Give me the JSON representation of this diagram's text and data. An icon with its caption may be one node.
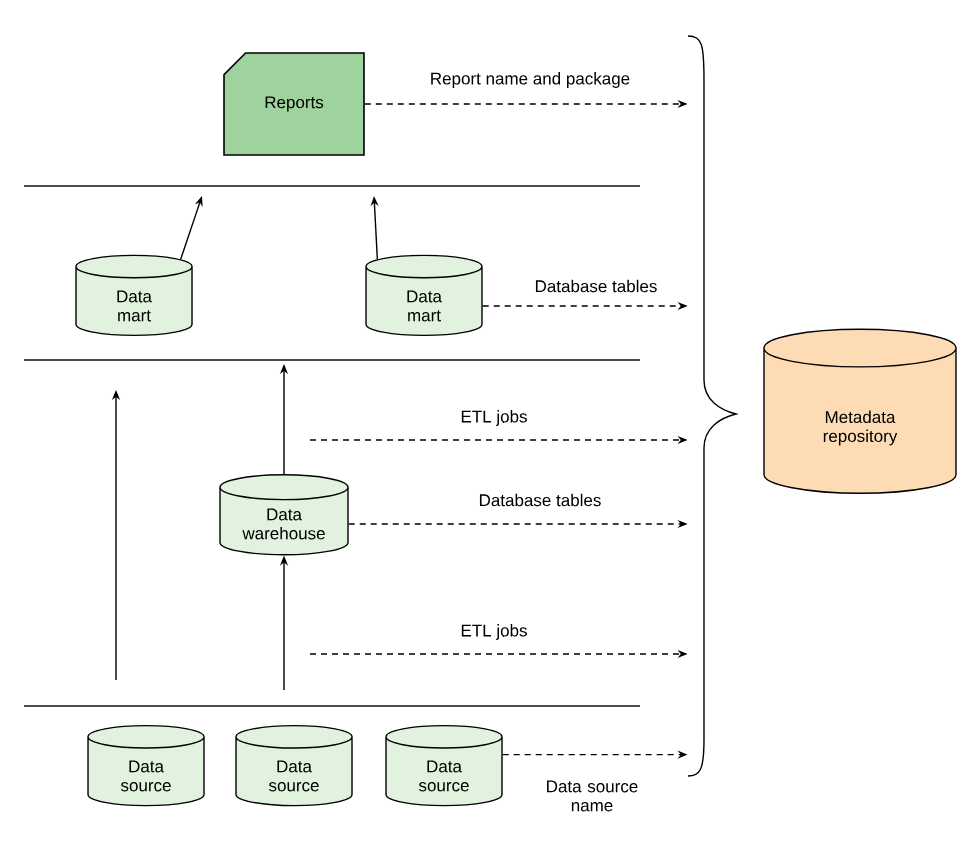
{
  "diagram": {
    "nodes": [
      {
        "text": [
          "Reports"
        ]
      },
      {
        "text": [
          "Data mart"
        ]
      },
      {
        "text": [
          "Data mart"
        ]
      },
      {
        "text": [
          "Data warehouse"
        ]
      },
      {
        "text": [
          "Data source"
        ]
      },
      {
        "text": [
          "Data source"
        ]
      },
      {
        "text": [
          "Data source"
        ]
      },
      {
        "text": [
          "Metadata repository"
        ]
      },
      {
        "text": [],
        "shape": "brace"
      }
    ],
    "edges": [
      {
        "from": 1,
        "to": null,
        "arrow": "to"
      },
      {
        "from": 2,
        "to": null,
        "arrow": "to"
      },
      {
        "from": 3,
        "to": null,
        "arrow": "to"
      },
      {
        "from": null,
        "to": 3,
        "arrow": "to"
      },
      {
        "from": 0,
        "to": 8,
        "arrow": "to",
        "style": "dashed",
        "label": "Report name and package"
      },
      {
        "from": 2,
        "to": 8,
        "arrow": "to",
        "style": "dashed",
        "label": "Database tables"
      },
      {
        "from": null,
        "to": 8,
        "arrow": "to",
        "style": "dashed",
        "label": "ETL jobs"
      },
      {
        "from": 3,
        "to": 8,
        "arrow": "to",
        "style": "dashed",
        "label": "Database tables"
      },
      {
        "from": null,
        "to": 8,
        "arrow": "to",
        "style": "dashed",
        "label": "ETL jobs"
      },
      {
        "from": 6,
        "to": 8,
        "arrow": "to",
        "style": "dashed",
        "label": "Data source name"
      }
    ]
  }
}
